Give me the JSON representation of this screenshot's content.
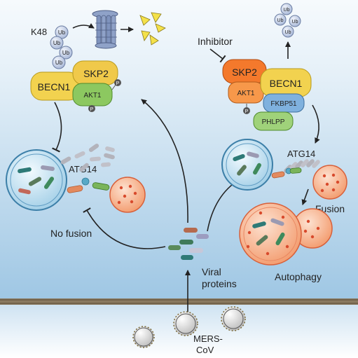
{
  "labels": {
    "k48": "K48",
    "ub": "Ub",
    "skp2": "SKP2",
    "becn1": "BECN1",
    "akt1": "AKT1",
    "p": "P",
    "fkbp51": "FKBP51",
    "phlpp": "PHLPP",
    "inhibitor": "Inhibitor",
    "atg14": "ATG14",
    "no_fusion": "No fusion",
    "fusion": "Fusion",
    "autophagy": "Autophagy",
    "viral_proteins": [
      "Viral",
      "proteins"
    ],
    "mers_cov": [
      "MERS-",
      "CoV"
    ]
  },
  "colors": {
    "cytoplasm_top": "#9fc7e4",
    "cytoplasm_bottom": "#e4f0f8",
    "membrane": "#7a6a52",
    "skp2_active": "#f0c94a",
    "skp2_inhibited": "#f4792c",
    "becn1": "#f2d24f",
    "akt1_active": "#8cc860",
    "akt1_inhibited": "#f7984a",
    "fkbp51": "#7fb1de",
    "phlpp": "#9fd27a",
    "ubiquitin": "#b8c8e2",
    "proteasome": "#7c8fb8",
    "autophagosome": "#cfe8f5",
    "lysosome": "#f5a57c",
    "virion": "#f1f1f1"
  }
}
